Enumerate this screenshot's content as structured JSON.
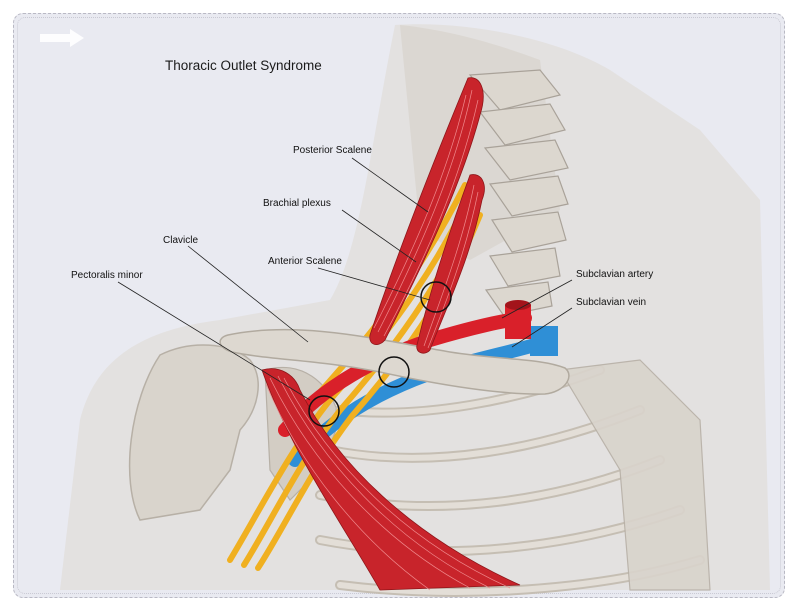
{
  "title": "Thoracic Outlet Syndrome",
  "labels": {
    "posterior_scalene": "Posterior Scalene",
    "brachial_plexus": "Brachial plexus",
    "clavicle": "Clavicle",
    "anterior_scalene": "Anterior Scalene",
    "pectoralis_minor": "Pectoralis minor",
    "subclavian_artery": "Subclavian artery",
    "subclavian_vein": "Subclavian vein"
  },
  "colors": {
    "background": "#e9eaf1",
    "bone": "#d9d4cc",
    "bone_outline": "#b7b0a6",
    "muscle": "#c8242b",
    "artery": "#d9202a",
    "vein": "#2f8fd6",
    "nerve": "#f0b020",
    "compression_circle": "#111111"
  }
}
